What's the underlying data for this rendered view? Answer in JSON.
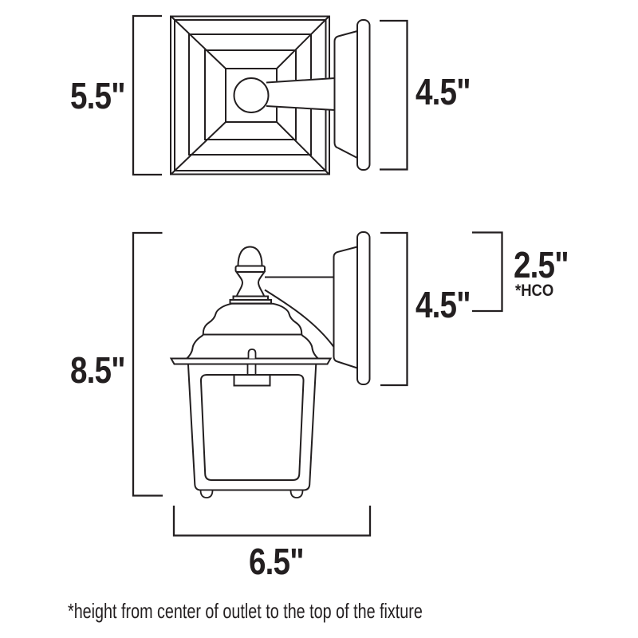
{
  "title": "wall lantern dimension diagram",
  "colors": {
    "background": "#ffffff",
    "line": "#231f20",
    "text": "#231f20"
  },
  "top_view": {
    "width_label": "5.5\"",
    "backplate_height_label": "4.5\""
  },
  "side_view": {
    "height_label": "8.5\"",
    "backplate_height_label": "4.5\"",
    "outlet_to_top_label": "2.5\"",
    "outlet_note_label": "*HCO",
    "projection_label": "6.5\""
  },
  "footnote": "*height from center of outlet to the top of the fixture"
}
